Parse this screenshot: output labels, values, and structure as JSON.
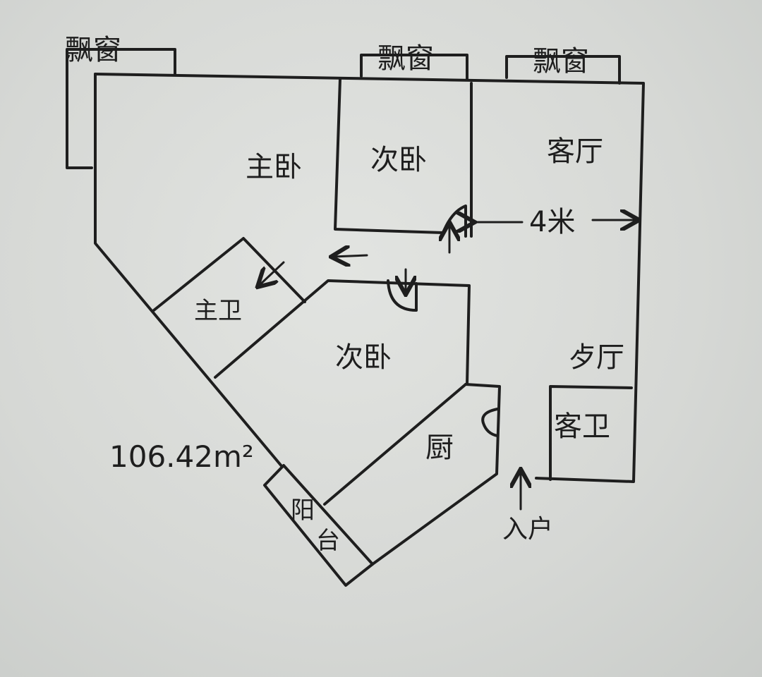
{
  "plan": {
    "bay_window_left": "飘窗",
    "bay_window_mid": "飘窗",
    "bay_window_right": "飘窗",
    "master_bedroom": "主卧",
    "second_bedroom_top": "次卧",
    "living_room": "客厅",
    "width_dimension": "4米",
    "master_bath": "主卫",
    "second_bedroom_bottom": "次卧",
    "dining_room": "歺厅",
    "guest_bath": "客卫",
    "kitchen": "厨",
    "balcony_1": "阳",
    "balcony_2": "台",
    "entrance": "入户",
    "area": "106.42m²"
  },
  "colors": {
    "ink": "#1e1e1e",
    "paper": "#d9dbd8"
  }
}
